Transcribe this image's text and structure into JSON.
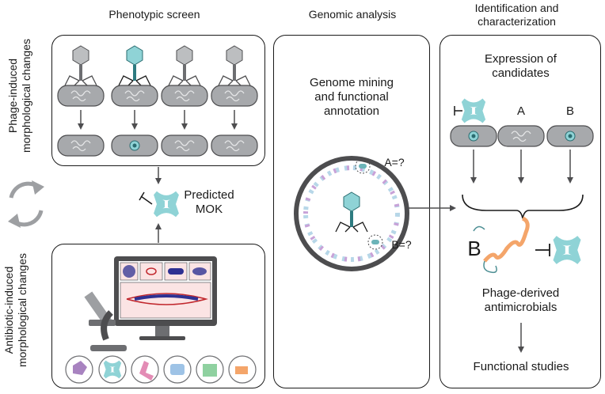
{
  "headers": {
    "phenotypic": "Phenotypic screen",
    "genomic": "Genomic analysis",
    "identification": "Identification and characterization"
  },
  "side_labels": {
    "phage_line1": "Phage-induced",
    "phage_line2": "morphological changes",
    "antibiotic_line1": "Antibiotic-induced",
    "antibiotic_line2": "morphological changes"
  },
  "center": {
    "predicted_line1": "Predicted",
    "predicted_line2": "MOK"
  },
  "genomic": {
    "mining_line1": "Genome mining",
    "mining_line2": "and functional",
    "mining_line3": "annotation",
    "label_a": "A=?",
    "label_b": "B=?"
  },
  "identification": {
    "expression_line1": "Expression of",
    "expression_line2": "candidates",
    "cand_a": "A",
    "cand_b": "B",
    "b_big": "B",
    "derived_line1": "Phage-derived",
    "derived_line2": "antimicrobials",
    "functional": "Functional studies"
  },
  "colors": {
    "accent_teal": "#8fd3d6",
    "cell_gray": "#a7a9ac",
    "helix_orange": "#f4a56a",
    "screen_dark": "#4d4d4f"
  },
  "icons": [
    "phage-icon",
    "bacterium-icon",
    "mok-protein-icon",
    "microscope-icon",
    "computer-monitor-icon",
    "cycle-arrows-icon",
    "alpha-helix-icon"
  ]
}
